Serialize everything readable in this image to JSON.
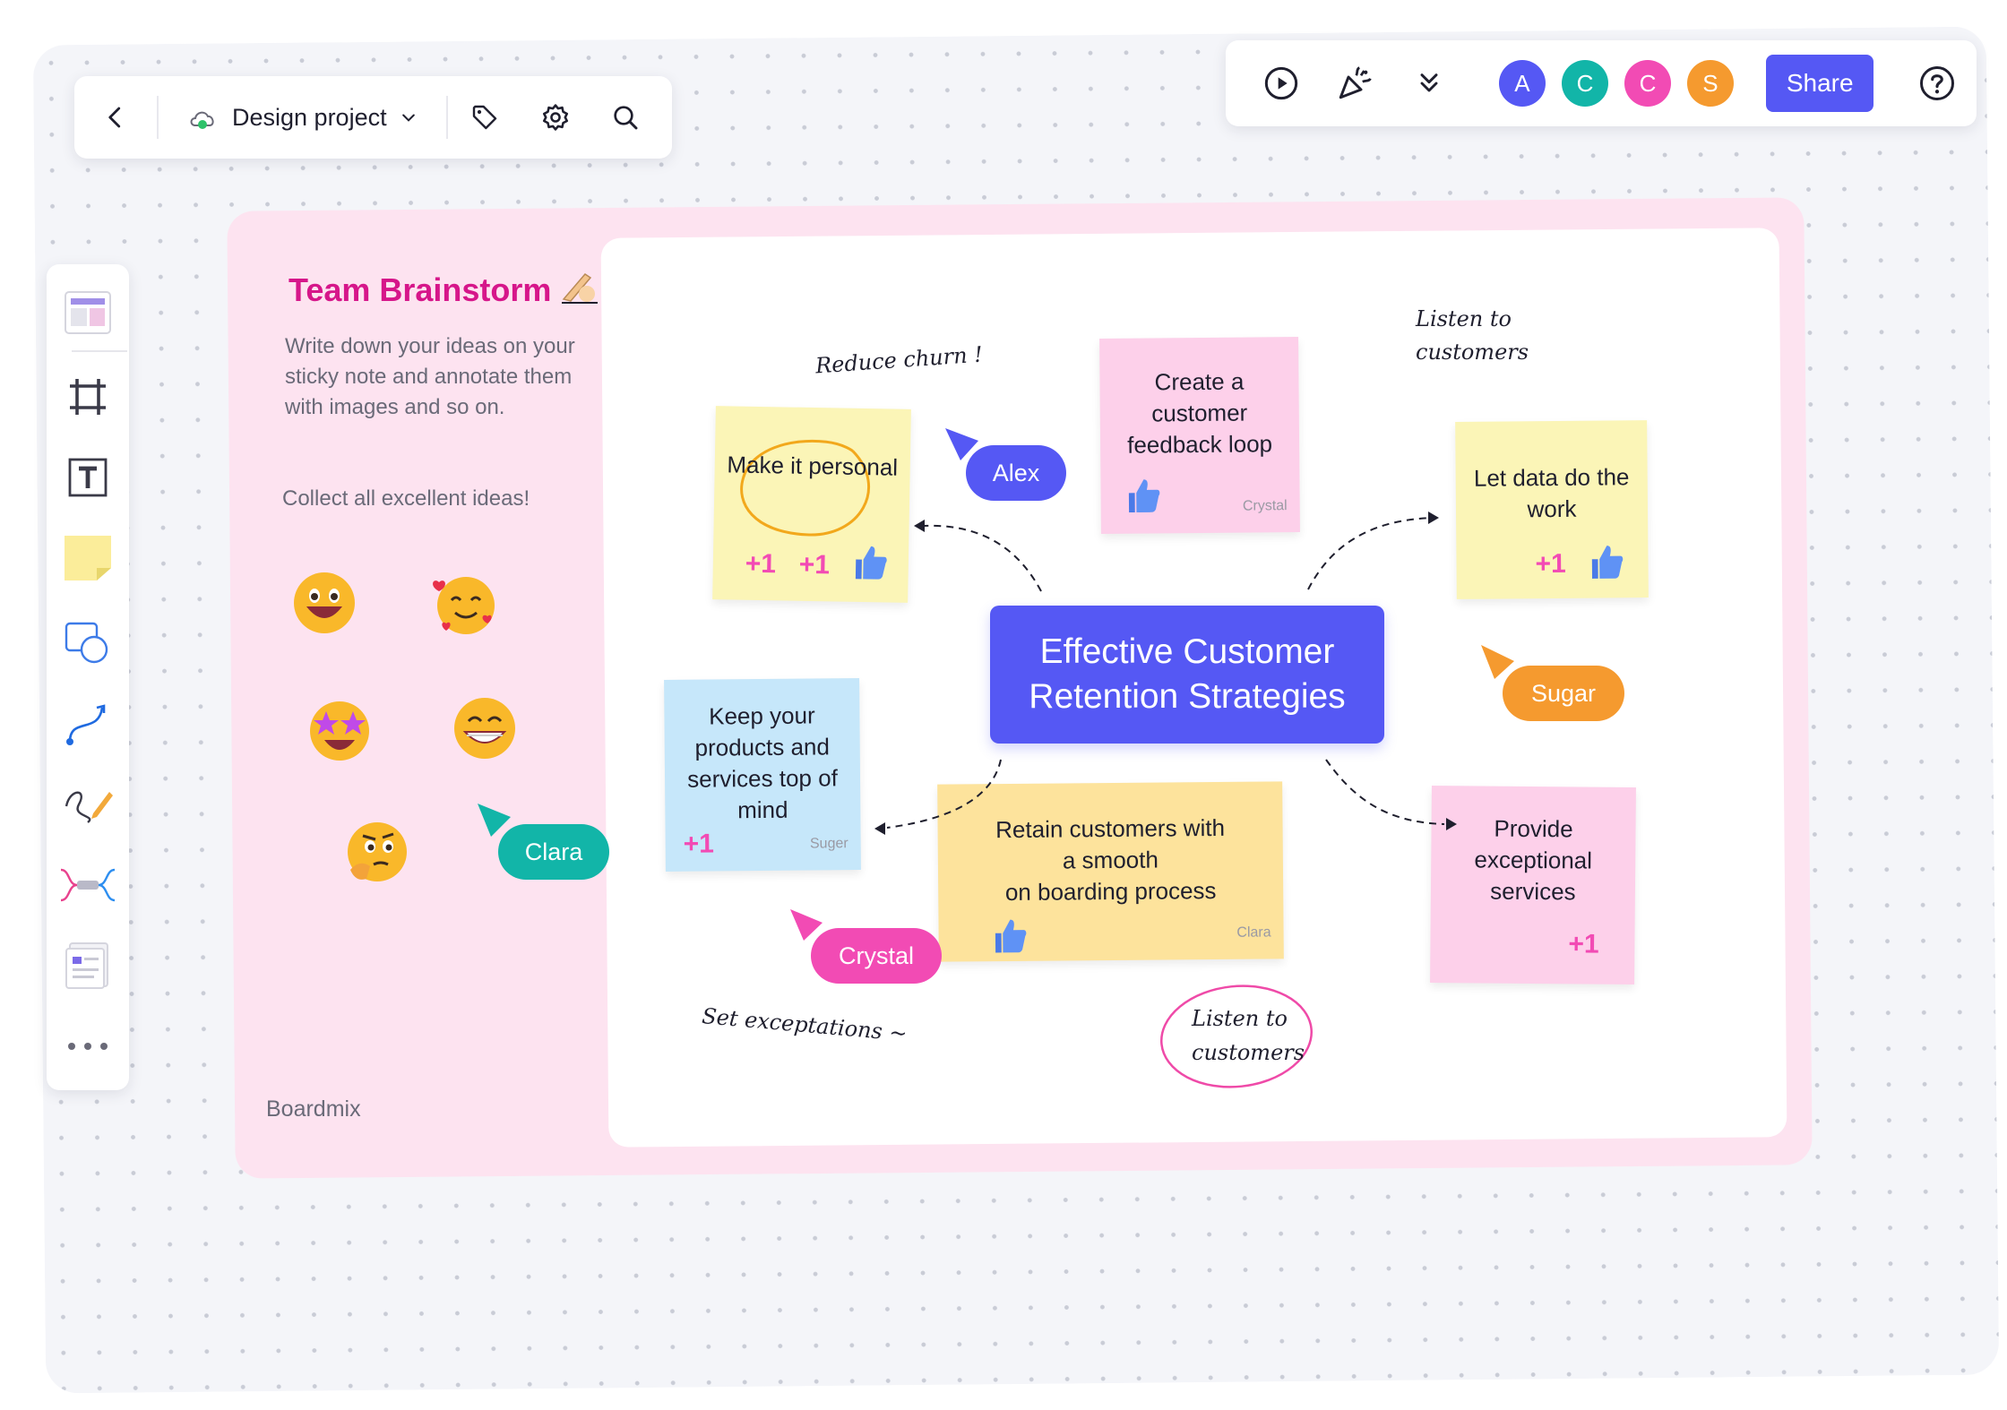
{
  "header": {
    "project_name": "Design project",
    "share_label": "Share",
    "avatars": [
      {
        "initial": "A",
        "color": "#5558f4"
      },
      {
        "initial": "C",
        "color": "#12b5a8"
      },
      {
        "initial": "C",
        "color": "#f24bb4"
      },
      {
        "initial": "S",
        "color": "#f59a2f"
      }
    ]
  },
  "panel": {
    "title": "Team Brainstorm",
    "description": "Write down your ideas on your sticky note and annotate them with images and so on.",
    "collect": "Collect all excellent ideas!",
    "brand": "Boardmix"
  },
  "central_topic": "Effective Customer Retention Strategies",
  "notes": {
    "personal": {
      "text": "Make it personal",
      "color": "#fbf5b7"
    },
    "feedback": {
      "text": "Create a customer feedback loop",
      "author": "Crystal",
      "color": "#fdd0ea"
    },
    "data": {
      "text": "Let data do the work",
      "color": "#fbf5b7"
    },
    "mind": {
      "text": "Keep your products and services top of mind",
      "author": "Suger",
      "color": "#c6e7fa"
    },
    "onboarding": {
      "text_line1": "Retain customers with",
      "text_line2": "a smooth",
      "text_line3": "on boarding process",
      "author": "Clara",
      "color": "#fde39c"
    },
    "services": {
      "text": "Provide exceptional services",
      "color": "#fdd0ea"
    }
  },
  "stickers": {
    "plus_one": "+1"
  },
  "annotations": {
    "reduce_churn": "Reduce churn !",
    "listen_top_1": "Listen to",
    "listen_top_2": "customers",
    "set_exceptations": "Set exceptations ~",
    "listen_bottom_1": "Listen to",
    "listen_bottom_2": "customers"
  },
  "cursors": {
    "alex": {
      "name": "Alex",
      "color": "#5558f4"
    },
    "sugar": {
      "name": "Sugar",
      "color": "#f59a2f"
    },
    "clara": {
      "name": "Clara",
      "color": "#12b5a8"
    },
    "crystal": {
      "name": "Crystal",
      "color": "#f24bb4"
    }
  }
}
